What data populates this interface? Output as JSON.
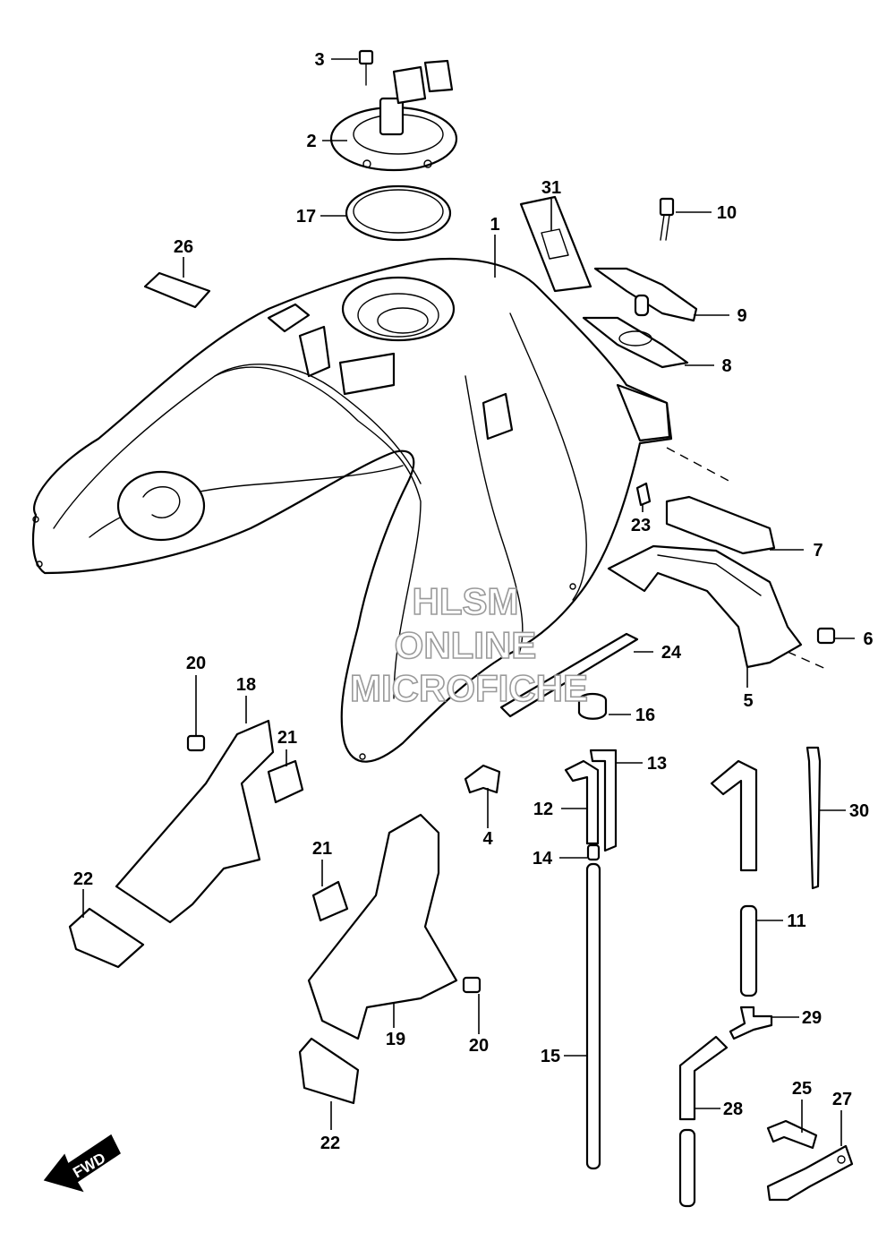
{
  "watermark": {
    "line1": "HLSM",
    "line2": "ONLINE",
    "line3": "MICROFICHE"
  },
  "fwd_arrow": {
    "label": "FWD",
    "icon": "forward-arrow-icon"
  },
  "callouts": {
    "c1": "1",
    "c2": "2",
    "c3": "3",
    "c4": "4",
    "c5": "5",
    "c6": "6",
    "c7": "7",
    "c8": "8",
    "c9": "9",
    "c10": "10",
    "c11": "11",
    "c12": "12",
    "c13": "13",
    "c14": "14",
    "c15": "15",
    "c16": "16",
    "c17": "17",
    "c18": "18",
    "c19": "19",
    "c20a": "20",
    "c20b": "20",
    "c21a": "21",
    "c21b": "21",
    "c22a": "22",
    "c22b": "22",
    "c23": "23",
    "c24": "24",
    "c25": "25",
    "c26": "26",
    "c27": "27",
    "c28": "28",
    "c29": "29",
    "c30": "30",
    "c31": "31"
  }
}
